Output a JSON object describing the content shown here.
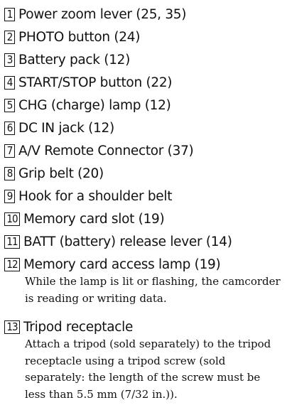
{
  "items": [
    {
      "number": "1",
      "label": "Power zoom lever (25, 35)"
    },
    {
      "number": "2",
      "label": "PHOTO button (24)"
    },
    {
      "number": "3",
      "label": "Battery pack (12)"
    },
    {
      "number": "4",
      "label": "START/STOP button (22)"
    },
    {
      "number": "5",
      "label": "CHG (charge) lamp (12)"
    },
    {
      "number": "6",
      "label": "DC IN jack (12)"
    },
    {
      "number": "7",
      "label": "A/V Remote Connector (37)"
    },
    {
      "number": "8",
      "label": "Grip belt (20)"
    },
    {
      "number": "9",
      "label": "Hook for a shoulder belt"
    },
    {
      "number": "10",
      "label": "Memory card slot (19)"
    },
    {
      "number": "11",
      "label": "BATT (battery) release lever (14)"
    },
    {
      "number": "12",
      "label": "Memory card access lamp (19)",
      "description": "While the lamp is lit or flashing, the camcorder is reading or writing data."
    },
    {
      "number": "13",
      "label": "Tripod receptacle",
      "description": "Attach a tripod (sold separately) to the tripod receptacle using a tripod screw (sold separately: the length of the screw must be less than 5.5 mm (7/32 in.))."
    }
  ]
}
